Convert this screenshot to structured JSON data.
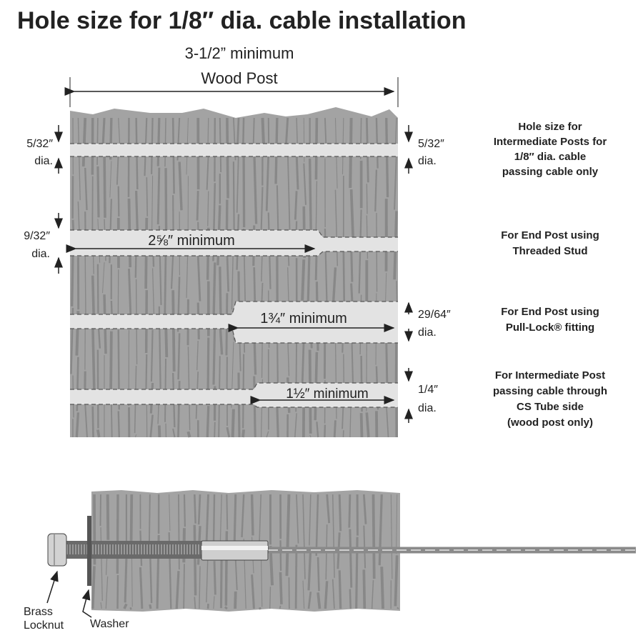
{
  "title": "Hole size for 1/8″ dia. cable installation",
  "post_width": {
    "value": "3-1/2” minimum",
    "label": "Wood Post"
  },
  "rows": [
    {
      "left_size": "5/32″",
      "left_dia": "dia.",
      "right_size": "5/32″",
      "right_dia": "dia.",
      "note": [
        "Hole size for",
        "Intermediate Posts for",
        "1/8″ dia. cable",
        "passing cable only"
      ]
    },
    {
      "left_size": "9/32″",
      "left_dia": "dia.",
      "depth": "2⅝″ minimum",
      "note": [
        "For End Post using",
        "Threaded Stud"
      ]
    },
    {
      "right_size": "29/64″",
      "right_dia": "dia.",
      "depth": "1¾″ minimum",
      "note": [
        "For End Post using",
        "Pull-Lock® fitting"
      ]
    },
    {
      "right_size": "1/4″",
      "right_dia": "dia.",
      "depth": "1½″ minimum",
      "note": [
        "For Intermediate Post",
        "passing cable through",
        "CS Tube side",
        "(wood post only)"
      ]
    }
  ],
  "assembly": {
    "locknut": [
      "Brass",
      "Locknut"
    ],
    "washer": "Washer"
  },
  "colors": {
    "wood": "#a3a3a3",
    "grain": "#7d7d7d",
    "hole": "#e3e3e3"
  }
}
